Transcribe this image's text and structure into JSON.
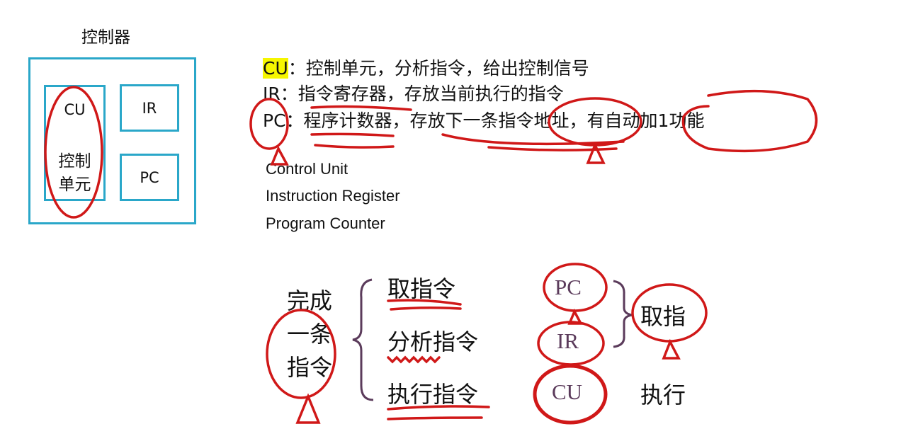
{
  "controller": {
    "title": "控制器",
    "cu_label": "CU",
    "cu_sub1": "控制",
    "cu_sub2": "单元",
    "ir_label": "IR",
    "pc_label": "PC"
  },
  "definitions": [
    {
      "abbr": "CU",
      "text": "：控制单元，分析指令，给出控制信号"
    },
    {
      "abbr": "IR",
      "text": "：指令寄存器，存放当前执行的指令"
    },
    {
      "abbr": "PC",
      "text": "：程序计数器，存放下一条指令地址，有自动加1功能"
    }
  ],
  "english": [
    "Control Unit",
    "Instruction Register",
    "Program Counter"
  ],
  "flow": {
    "complete_lines": [
      "完成",
      "一条",
      "指令"
    ],
    "steps": [
      "取指令",
      "分析指令",
      "执行指令"
    ],
    "registers": [
      "PC",
      "IR",
      "CU"
    ],
    "fetch_label": "取指",
    "execute_label": "执行"
  },
  "colors": {
    "box": "#2aa7c9",
    "highlight": "#f6f600",
    "ink": "#d01818"
  }
}
